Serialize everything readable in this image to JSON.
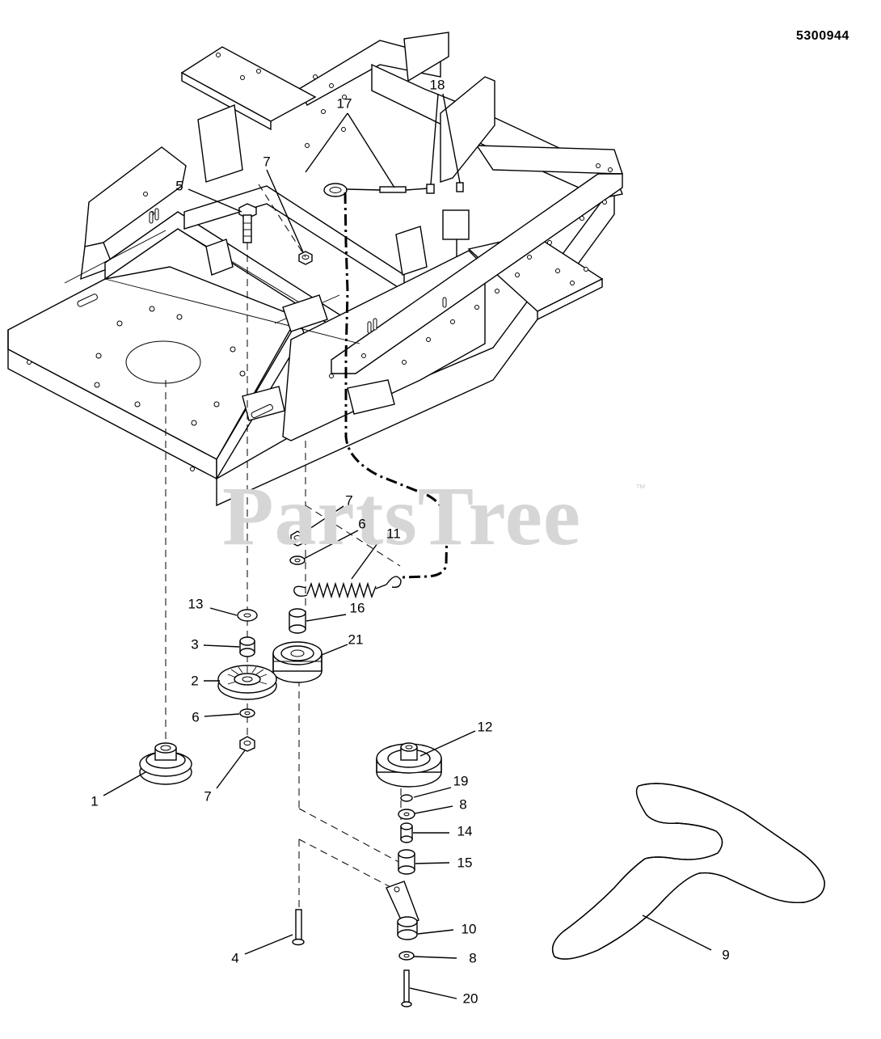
{
  "diagram_id": "5300944",
  "watermark": {
    "text": "PartsTree",
    "trademark": "™"
  },
  "callouts": {
    "c1": "1",
    "c2": "2",
    "c3": "3",
    "c4": "4",
    "c5": "5",
    "c6a": "6",
    "c6b": "6",
    "c7a": "7",
    "c7b": "7",
    "c7c": "7",
    "c8a": "8",
    "c8b": "8",
    "c9": "9",
    "c10": "10",
    "c11": "11",
    "c12": "12",
    "c13": "13",
    "c14": "14",
    "c15": "15",
    "c16": "16",
    "c17": "17",
    "c18": "18",
    "c19": "19",
    "c20": "20",
    "c21": "21"
  }
}
